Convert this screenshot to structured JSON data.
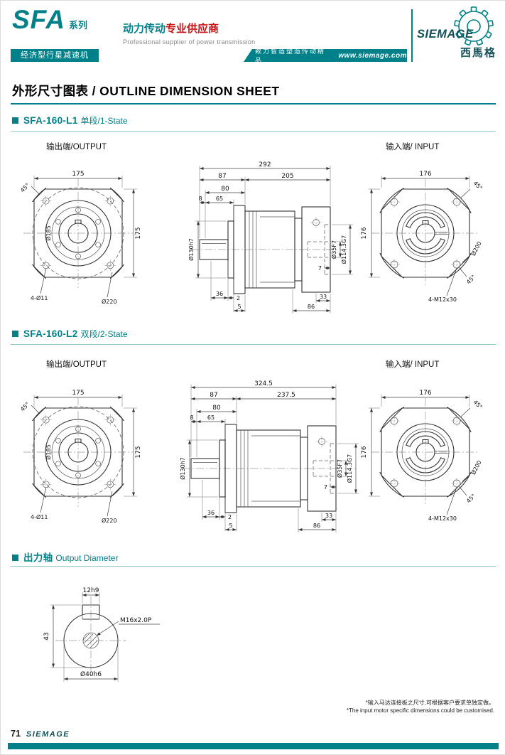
{
  "colors": {
    "accent": "#00818a",
    "red": "#c81414",
    "logo_text_color": "#12505a",
    "line": "#333333"
  },
  "header": {
    "series_code": "SFA",
    "series_suffix": "系列",
    "banner": "经济型行星减速机",
    "slogan_cn_1": "动力传动",
    "slogan_cn_2": "专业供应商",
    "slogan_en": "Professional supplier of power transmission",
    "tagline": "致力智造塑造传动精品",
    "website": "www.siemage.com",
    "logo_text": "SIEMAGE",
    "logo_cn": "西馬格"
  },
  "title": "外形尺寸图表 / OUTLINE DIMENSION SHEET",
  "flange_out": {
    "width": "175",
    "height": "175",
    "angle": "45°",
    "bolt_circle": "Ø185",
    "holes": "4-Ø11",
    "outer": "Ø220"
  },
  "flange_in": {
    "width": "176",
    "height": "176",
    "angle_top": "45°",
    "angle_bottom": "45°",
    "pilot": "Ø200",
    "holes": "4-M12x30"
  },
  "sections": {
    "l1": {
      "model": "SFA-160-L1",
      "stage": "单段/1-State",
      "output_label": "输出端/OUTPUT",
      "input_label": "输入端/ INPUT",
      "side": {
        "total": "292",
        "len_a": "87",
        "len_b": "205",
        "len_c": "80",
        "len_8": "8",
        "len_65": "65",
        "shaft_dia": "Ø130h7",
        "len_36": "36",
        "len_2": "2",
        "len_5": "5",
        "bore": "Ø35F7",
        "pilot_bore": "Ø114.3G7",
        "len_7": "7",
        "len_33": "33",
        "len_86": "86"
      }
    },
    "l2": {
      "model": "SFA-160-L2",
      "stage": "双段/2-State",
      "output_label": "输出端/OUTPUT",
      "input_label": "输入端/ INPUT",
      "side": {
        "total": "324.5",
        "len_a": "87",
        "len_b": "237.5",
        "len_c": "80",
        "len_8": "8",
        "len_65": "65",
        "shaft_dia": "Ø130h7",
        "len_36": "36",
        "len_2": "2",
        "len_5": "5",
        "bore": "Ø35F7",
        "pilot_bore": "Ø114.3G7",
        "len_7": "7",
        "len_33": "33",
        "len_86": "86"
      }
    },
    "shaft": {
      "heading_cn": "出力轴",
      "heading_en": "Output Diameter",
      "key_width": "12h9",
      "thread": "M16x2.0P",
      "height": "43",
      "diameter": "Ø40h6"
    }
  },
  "footer": {
    "note_cn": "*输入马达连接板之尺寸,可根据客户要求单独定做。",
    "note_en": "*The input motor specific dimensions could be customised.",
    "page_number": "71",
    "brand": "SIEMAGE"
  }
}
